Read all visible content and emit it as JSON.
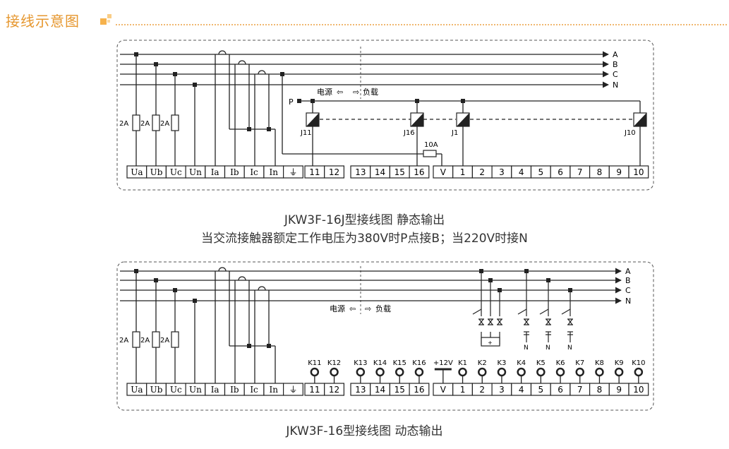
{
  "header": {
    "title": "接线示意图"
  },
  "diagram1": {
    "phases": [
      "A",
      "B",
      "C",
      "N"
    ],
    "fuse_labels": [
      "2A",
      "2A",
      "2A"
    ],
    "power_label": "电源",
    "load_label": "负载",
    "p_label": "P",
    "fuse10_label": "10A",
    "relay_labels": [
      "J11",
      "J16",
      "J1",
      "J10"
    ],
    "terminals": [
      "Ua",
      "Ub",
      "Uc",
      "Un",
      "Ia",
      "Ib",
      "Ic",
      "In",
      "⏚",
      "11",
      "12",
      "13",
      "14",
      "15",
      "16",
      "V",
      "1",
      "2",
      "3",
      "4",
      "5",
      "6",
      "7",
      "8",
      "9",
      "10"
    ],
    "caption1": "JKW3F-16J型接线图    静态输出",
    "caption2": "当交流接触器额定工作电压为380V时P点接B；当220V时接N"
  },
  "diagram2": {
    "phases": [
      "A",
      "B",
      "C",
      "N"
    ],
    "fuse_labels": [
      "2A",
      "2A",
      "2A"
    ],
    "power_label": "电源",
    "load_label": "负载",
    "k_labels": [
      "K11",
      "K12",
      "K13",
      "K14",
      "K15",
      "K16"
    ],
    "v_label": "+12V",
    "out_labels": [
      "K1",
      "K2",
      "K3",
      "K4",
      "K5",
      "K6",
      "K7",
      "K8",
      "K9",
      "K10"
    ],
    "n_labels": [
      "N",
      "N",
      "N"
    ],
    "terminals": [
      "Ua",
      "Ub",
      "Uc",
      "Un",
      "Ia",
      "Ib",
      "Ic",
      "In",
      "⏚",
      "11",
      "12",
      "13",
      "14",
      "15",
      "16",
      "V",
      "1",
      "2",
      "3",
      "4",
      "5",
      "6",
      "7",
      "8",
      "9",
      "10"
    ],
    "caption": "JKW3F-16型接线图    动态输出"
  }
}
